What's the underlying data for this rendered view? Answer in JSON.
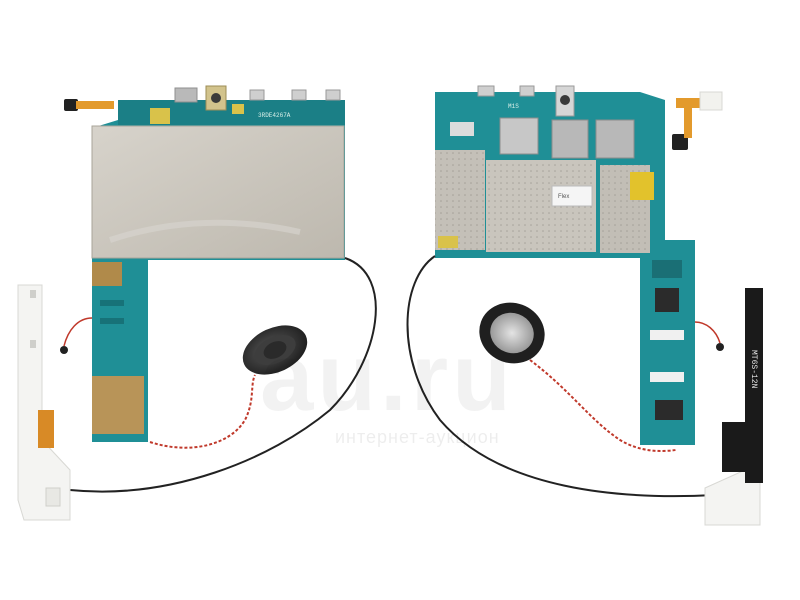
{
  "board_left": {
    "serial_label": "3RDE4267A"
  },
  "board_right": {
    "model_label": "M1S",
    "sticker_label": "Flex"
  },
  "antenna": {
    "label": "MT6S-12N"
  },
  "watermark": {
    "domain": "au.ru",
    "tagline": "интернет-аукцион"
  },
  "colors": {
    "pcb": "#1f8f96",
    "shield": "#c9c5bd",
    "foil": "#b08a4a",
    "plastic": "#f4f4f2"
  }
}
